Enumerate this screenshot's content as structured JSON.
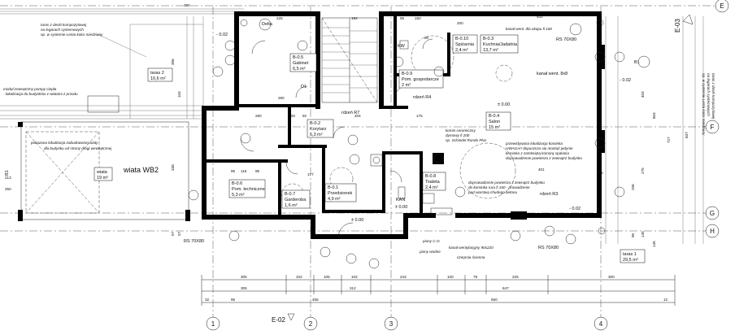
{
  "rooms": {
    "b05": {
      "code": "B-0.5",
      "name": "Gabinet",
      "area": "6,5 m²"
    },
    "b09": {
      "code": "B-0.9",
      "name": "Pom. gospodarcze",
      "area": "2 m²"
    },
    "b010": {
      "code": "B-0.10",
      "name": "Spiżarnia",
      "area": "2,4 m²"
    },
    "b03": {
      "code": "B-0.3",
      "name": "Kuchnia/Jadalnia",
      "area": "13,7 m²"
    },
    "b02": {
      "code": "B-0.2",
      "name": "Korytarz",
      "area": "6,3 m²"
    },
    "b04": {
      "code": "B-0.4",
      "name": "Salon",
      "area": "15 m²"
    },
    "b06": {
      "code": "B-0.6",
      "name": "Pom. techniczne",
      "area": "5,3 m²"
    },
    "b07": {
      "code": "B-0.7",
      "name": "Garderoba",
      "area": "1,6 m²"
    },
    "b01": {
      "code": "B-0.1",
      "name": "Przedsionek",
      "area": "4,9 m²"
    },
    "b08": {
      "code": "B-0.8",
      "name": "Toaleta",
      "area": "2,4 m²"
    },
    "taras2": {
      "name": "taras 2",
      "area": "10,6 m²"
    },
    "taras1": {
      "name": "taras 1",
      "area": "29,5 m²"
    },
    "wiata": {
      "name": "wiata",
      "area": "19 m²"
    }
  },
  "notes": {
    "taras_top_1": "taras z deski kompozytowej",
    "taras_top_2": "na legarach systemowych",
    "taras_top_3": "np. w systemie Lenta kolor miedziany",
    "pump_1": "moduł zewnętrzny pompy ciepła",
    "pump_2": "- lokalizacja do budynków z wiatami z przodu",
    "wiata_loc_1": "pokazana lokalizacja zabudowanej wiaty",
    "wiata_loc_2": "dla budynku od strony drogi wewnętrznej",
    "wiata_wb2": "wiata WB2",
    "kanal_wentylacyjny_top": "kanał went. dla okapu fi 160",
    "komin_1": "komin ceramiczny",
    "komin_2": "dymowy fi 200",
    "komin_3": "np. Schiedel Rondo Plus",
    "kominek_1": "przewidywana lokalizacja kominka",
    "kominek_2": "UWAGA!! dopuszcza się montaż jedynie",
    "kominka z zamkniętą komorą spalania": "kominka z zamkniętą komorą spalania",
    "kominek_4": "doprowadzenie powietrza z zewnątrz budynku",
    "air_1": "doprowadzenie powietrza z zewnątrz budynku",
    "air_2": "do kominka rura fi 160 - prowadzenie",
    "air_3": "pod warstwą chudego betonu",
    "kanal_went_bottom": "kanał wentylacyjny 90x220",
    "czerpnia": "czerpnia ścienna",
    "piony_co": "piony C.O.",
    "piony_wodne": "piony wodne",
    "kanal_went_label": "kanał went. 8x8",
    "right_note_1": "taras z deski kompozytowej",
    "right_note_2": "na legarach systemowych",
    "right_note_3": "np. w systemie Lenta kolor miedziany"
  },
  "levels": {
    "lvl_top": "± 0.00",
    "lvl_mid": "± 0.00",
    "lvl_bottom": "± 0.00",
    "lvl_right1": "- 0.02",
    "lvl_right2": "- 0.02",
    "lvl_left": "- 0.02"
  },
  "labels": {
    "rzut_r7": "rdzeń R7",
    "rzut_r4": "rdzeń R4",
    "rzut_r3": "rdzeń R3",
    "rs_left": "RS 70X80",
    "rs_right": "RS 70X80",
    "rs_top": "RS 70X80",
    "kw": "KW",
    "kan": "KAN",
    "b1_left": "B1",
    "b1_right": "B1",
    "d1": "D1",
    "ds": "Delta",
    "e03": "E-03",
    "e02": "E-02"
  },
  "axes": {
    "col_1": "1",
    "col_2": "2",
    "col_3": "3",
    "col_4": "4",
    "row_e": "E",
    "row_f": "F",
    "row_g": "G",
    "row_h": "H"
  },
  "dims_bottom_row1": [
    "305",
    "102",
    "105",
    "104",
    "243",
    "100",
    "79",
    "225",
    "300"
  ],
  "dims_bottom_row2": [
    "305",
    "312",
    "647"
  ],
  "dims_bottom_row3": [
    "32",
    "95",
    "455",
    "650",
    "12"
  ],
  "dims_top": [
    "225",
    "194",
    "300",
    "402",
    "95",
    "150"
  ],
  "dims_left": [
    "356",
    "104",
    "338",
    "57",
    "57",
    "250",
    "213"
  ],
  "dims_right": [
    "837",
    "804",
    "727",
    "404",
    "275",
    "206",
    "145",
    "95",
    "145"
  ],
  "dims_inner": [
    "280",
    "177",
    "280",
    "92",
    "92",
    "204",
    "175",
    "115",
    "95",
    "95",
    "80",
    "200",
    "401",
    "155"
  ]
}
